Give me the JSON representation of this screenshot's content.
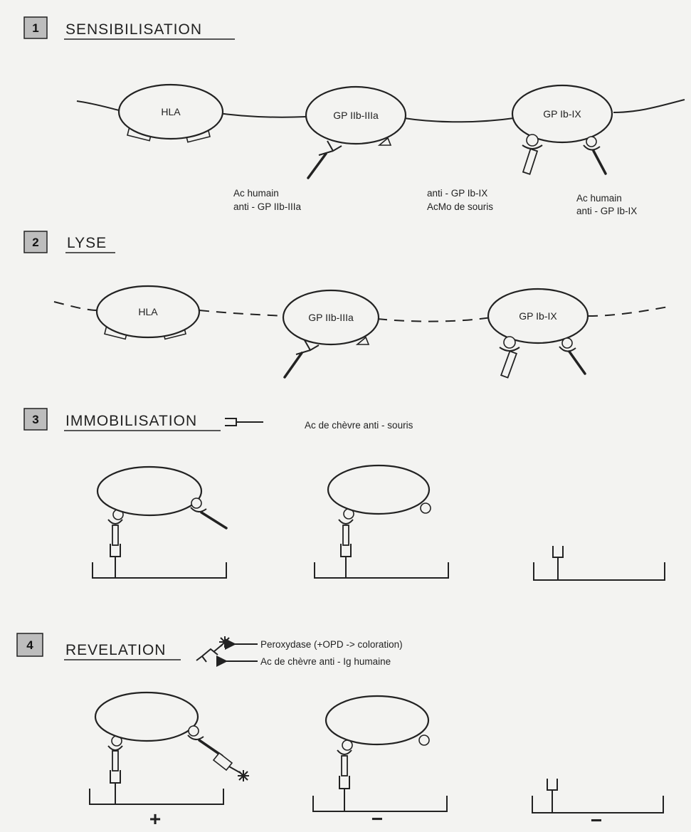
{
  "sections": {
    "s1": {
      "num": "1",
      "title": "SENSIBILISATION"
    },
    "s2": {
      "num": "2",
      "title": "LYSE"
    },
    "s3": {
      "num": "3",
      "title": "IMMOBILISATION"
    },
    "s4": {
      "num": "4",
      "title": "REVELATION"
    }
  },
  "antigens": {
    "hla": "HLA",
    "gp2b3a": "GP IIb-IIIa",
    "gp1b9": "GP Ib-IX"
  },
  "labels": {
    "human_ab_2b3a_1": "Ac humain",
    "human_ab_2b3a_2": "anti - GP IIb-IIIa",
    "mouse_mab_1": "anti - GP Ib-IX",
    "mouse_mab_2": "AcMo de souris",
    "human_ab_1b9_1": "Ac humain",
    "human_ab_1b9_2": "anti - GP Ib-IX",
    "goat_anti_mouse": "Ac de chèvre anti - souris",
    "peroxidase": "Peroxydase   (+OPD -> coloration)",
    "goat_anti_human": "Ac de chèvre anti - Ig humaine"
  },
  "results": {
    "positive": "+",
    "negative_1": "−",
    "negative_2": "−"
  }
}
